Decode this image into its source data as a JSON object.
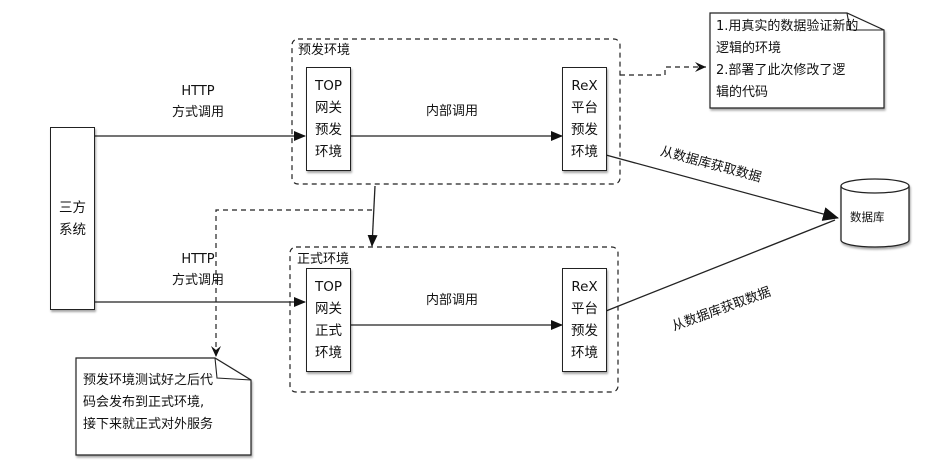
{
  "diagram": {
    "third_party_system": {
      "lines": [
        "三方",
        "系统"
      ]
    },
    "http_call_top": {
      "lines": [
        "HTTP",
        "方式调用"
      ]
    },
    "http_call_bottom": {
      "lines": [
        "HTTP",
        "方式调用"
      ]
    },
    "pre_env": {
      "title": "预发环境",
      "gateway": {
        "lines": [
          "TOP",
          "网关",
          "预发",
          "环境"
        ]
      },
      "internal_call": "内部调用",
      "rex": {
        "lines": [
          "ReX",
          "平台",
          "预发",
          "环境"
        ]
      }
    },
    "prod_env": {
      "title": "正式环境",
      "gateway": {
        "lines": [
          "TOP",
          "网关",
          "正式",
          "环境"
        ]
      },
      "internal_call": "内部调用",
      "rex": {
        "lines": [
          "ReX",
          "平台",
          "预发",
          "环境"
        ]
      }
    },
    "database": {
      "label": "数据库"
    },
    "fetch_label_top": "从数据库获取数据",
    "fetch_label_bottom": "从数据库获取数据",
    "note_pre_env": {
      "lines": [
        "1.用真实的数据验证新的",
        "逻辑的环境",
        "2.部署了此次修改了逻",
        "辑的代码"
      ]
    },
    "note_release": {
      "lines": [
        "预发环境测试好之后代",
        "码会发布到正式环境,",
        "接下来就正式对外服务"
      ]
    }
  }
}
